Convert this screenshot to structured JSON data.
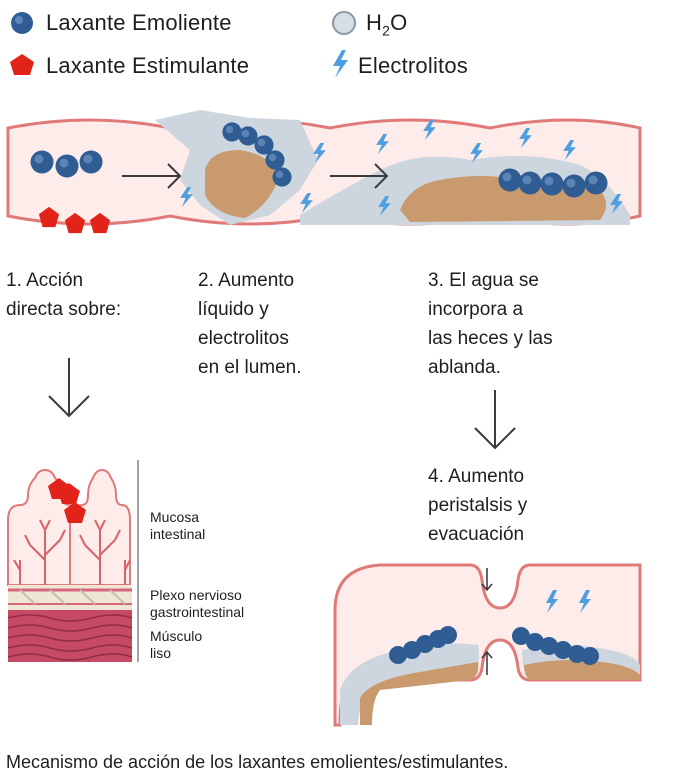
{
  "legend": {
    "emolliente": "Laxante Emoliente",
    "estimulante": "Laxante Estimulante",
    "h2o_base": "H",
    "h2o_sub": "2",
    "h2o_tail": "O",
    "electrolitos": "Electrolitos"
  },
  "steps": {
    "s1": [
      "1. Acción",
      "directa sobre:"
    ],
    "s2": [
      "2. Aumento",
      "líquido y",
      "electrolitos",
      "en el lumen."
    ],
    "s3": [
      "3. El agua se",
      "incorpora a",
      "las heces y las",
      "ablanda."
    ],
    "s4": [
      "4. Aumento",
      "peristalsis y",
      "evacuación"
    ]
  },
  "layers": {
    "mucosa": [
      "Mucosa",
      "intestinal"
    ],
    "plexo": [
      "Plexo nervioso",
      "gastrointestinal"
    ],
    "musculo": [
      "Músculo",
      "liso"
    ]
  },
  "caption": "Mecanismo de acción de los laxantes emolientes/estimulantes.",
  "colors": {
    "wall": "#e07a78",
    "lumen": "#fdecea",
    "water": "#cdd5de",
    "stool": "#c99a6e",
    "emollient": "#2f5d93",
    "stimulant": "#e2231a",
    "electrolyte": "#4f9fe0",
    "arrow": "#3a3a3a",
    "muscle": "#c64a63",
    "mucosa_branch": "#d9636a"
  },
  "icons": [
    "emollient-dot-icon",
    "stimulant-pentagon-icon",
    "water-drop-icon",
    "lightning-icon",
    "arrow-right-icon",
    "arrow-down-icon"
  ]
}
